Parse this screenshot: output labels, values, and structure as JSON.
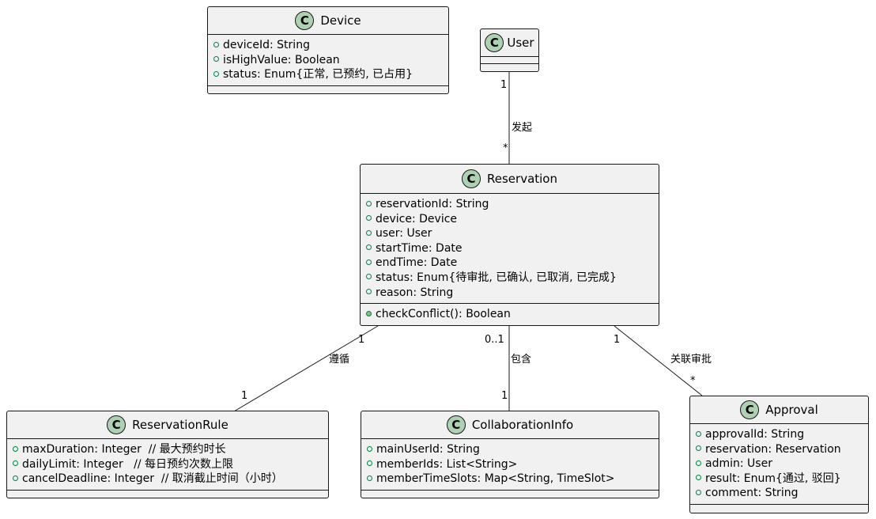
{
  "classes": {
    "device": {
      "name": "Device",
      "attributes": [
        "deviceId: String",
        "isHighValue: Boolean",
        "status: Enum{正常, 已预约, 已占用}"
      ],
      "methods": []
    },
    "user": {
      "name": "User",
      "attributes": [],
      "methods": []
    },
    "reservation": {
      "name": "Reservation",
      "attributes": [
        "reservationId: String",
        "device: Device",
        "user: User",
        "startTime: Date",
        "endTime: Date",
        "status: Enum{待审批, 已确认, 已取消, 已完成}",
        "reason: String"
      ],
      "methods": [
        "checkConflict(): Boolean"
      ]
    },
    "rule": {
      "name": "ReservationRule",
      "attributes": [
        "maxDuration: Integer  // 最大预约时长",
        "dailyLimit: Integer   // 每日预约次数上限",
        "cancelDeadline: Integer  // 取消截止时间（小时）"
      ],
      "methods": []
    },
    "collab": {
      "name": "CollaborationInfo",
      "attributes": [
        "mainUserId: String",
        "memberIds: List<String>",
        "memberTimeSlots: Map<String, TimeSlot>"
      ],
      "methods": []
    },
    "approval": {
      "name": "Approval",
      "attributes": [
        "approvalId: String",
        "reservation: Reservation",
        "admin: User",
        "result: Enum{通过, 驳回}",
        "comment: String"
      ],
      "methods": []
    }
  },
  "relations": {
    "initiate": {
      "label": "发起",
      "from_mult": "1",
      "to_mult": "*"
    },
    "follow": {
      "label": "遵循",
      "from_mult": "1",
      "to_mult": "1"
    },
    "contain": {
      "label": "包含",
      "from_mult": "0..1",
      "to_mult": "1"
    },
    "approve": {
      "label": "关联审批",
      "from_mult": "1",
      "to_mult": "*"
    }
  },
  "class_badge": "C",
  "colors": {
    "class_fill": "#f1f1f1",
    "badge_fill": "#add1b2",
    "border": "#181818",
    "visibility_icon": "#038048"
  }
}
